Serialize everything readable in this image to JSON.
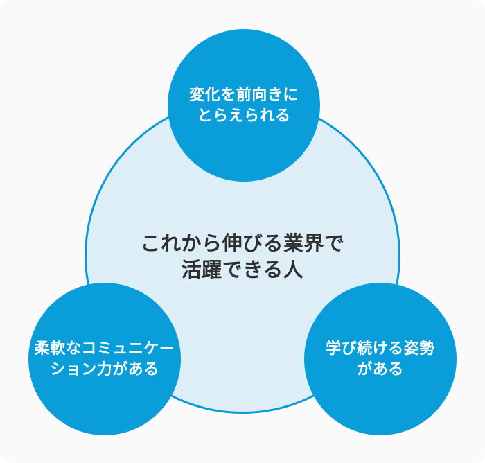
{
  "diagram": {
    "center": {
      "line1": "これから伸びる業界で",
      "line2": "活躍できる人"
    },
    "nodes": [
      {
        "id": "top",
        "line1": "変化を前向きに",
        "line2": "とらえられる"
      },
      {
        "id": "bottom-left",
        "line1": "柔軟なコミュニケー",
        "line2": "ション力がある"
      },
      {
        "id": "bottom-right",
        "line1": "学び続ける姿勢",
        "line2": "がある"
      }
    ]
  },
  "colors": {
    "background": "#fafafa",
    "node_fill": "#099ed9",
    "ring_fill": "#ddeef7",
    "ring_stroke": "#0999d6",
    "node_text": "#ffffff",
    "center_text": "#2f2f2f"
  }
}
